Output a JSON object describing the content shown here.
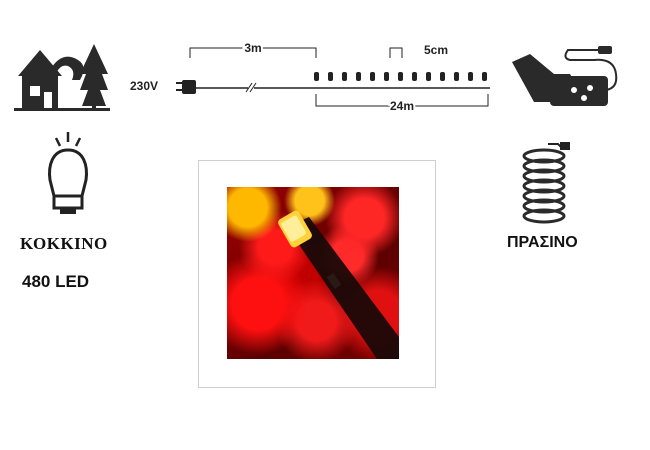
{
  "diagram": {
    "voltage": "230V",
    "lead_length": "3m",
    "spacing": "5cm",
    "total_length": "24m"
  },
  "color_label": "ΚΟΚΚΙΝΟ",
  "led_count": "480 LED",
  "cable_label": "ΠΡΑΣΙΝΟ",
  "icons": {
    "left_top": "house-tree-icon",
    "left_bottom": "bulb-icon",
    "right_top": "hand-controller-icon",
    "right_bottom": "coil-cable-icon"
  },
  "colors": {
    "led": "#ff1a1a",
    "ink": "#222222"
  }
}
